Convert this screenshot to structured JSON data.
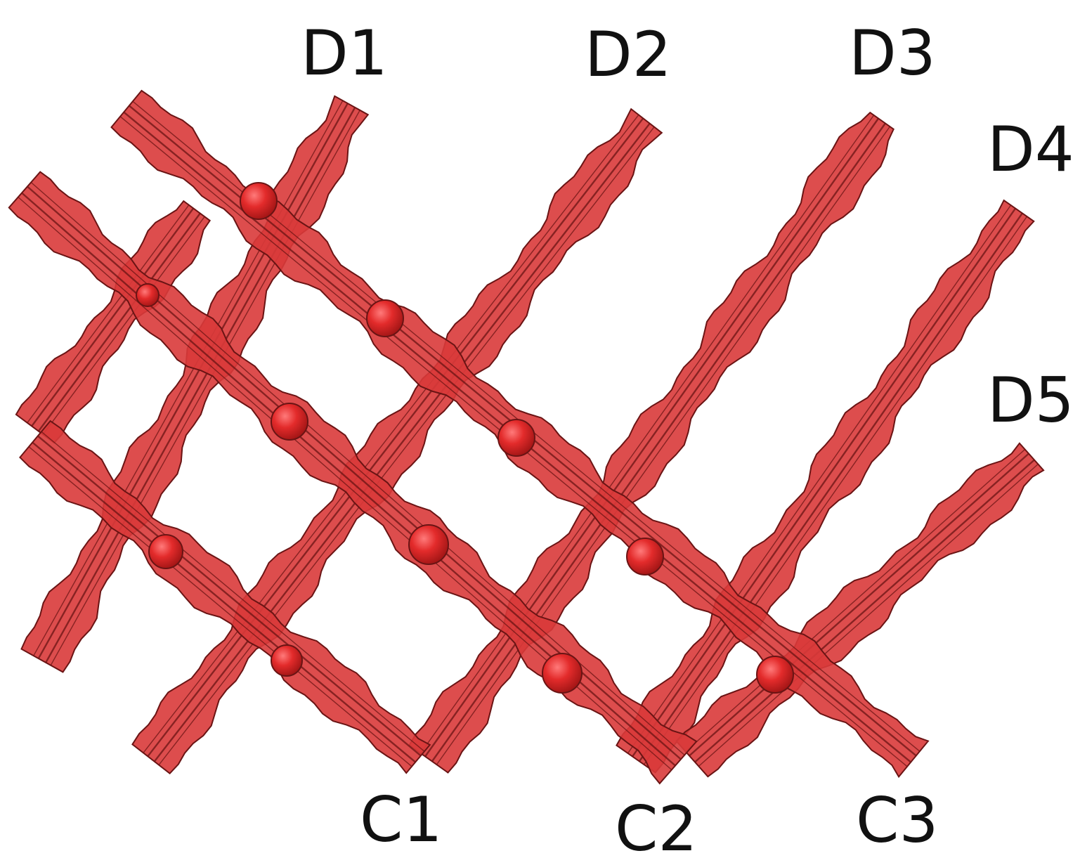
{
  "labels": {
    "d1": "D1",
    "d2": "D2",
    "d3": "D3",
    "d4": "D4",
    "d5": "D5",
    "c1": "C1",
    "c2": "C2",
    "c3": "C3"
  },
  "colors": {
    "strut_fill": "#d93a3a",
    "strut_stroke": "#6a1414",
    "strut_inner": "#b52626",
    "node_fill": "#e32b2b",
    "node_highlight": "#ff6a6a",
    "label": "#111111",
    "background": "#ffffff"
  }
}
